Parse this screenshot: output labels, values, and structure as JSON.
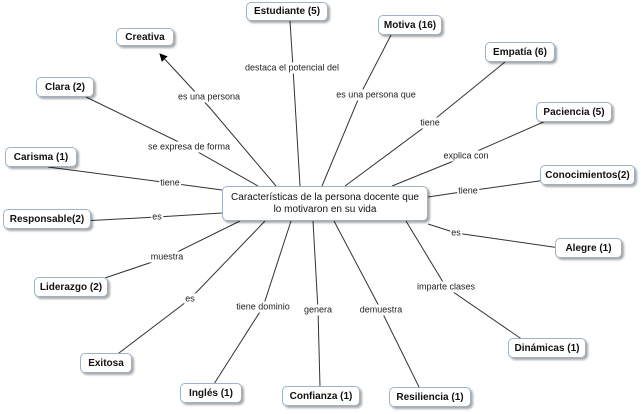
{
  "center": "Características de la persona docente que lo motivaron en su vida",
  "nodes": {
    "creativa": "Creativa",
    "estudiante": "Estudiante (5)",
    "motiva": "Motiva (16)",
    "empatia": "Empatía (6)",
    "clara": "Clara (2)",
    "paciencia": "Paciencia (5)",
    "carisma": "Carisma (1)",
    "conocimientos": "Conocimientos(2)",
    "responsable": "Responsable(2)",
    "alegre": "Alegre (1)",
    "liderazgo": "Liderazgo (2)",
    "dinamicas": "Dinámicas (1)",
    "exitosa": "Exitosa",
    "ingles": "Inglés (1)",
    "confianza": "Confianza (1)",
    "resiliencia": "Resiliencia (1)"
  },
  "links": {
    "creativa": "es una persona",
    "estudiante": "destaca el potencial del",
    "motiva": "es una persona que",
    "empatia": "tiene",
    "clara": "se expresa de forma",
    "paciencia": "explica con",
    "carisma": "tiene",
    "conocimientos": "tiene",
    "responsable": "es",
    "alegre": "es",
    "liderazgo": "muestra",
    "dinamicas": "imparte clases",
    "exitosa": "es",
    "ingles": "tiene dominio",
    "confianza": "genera",
    "resiliencia": "demuestra"
  }
}
